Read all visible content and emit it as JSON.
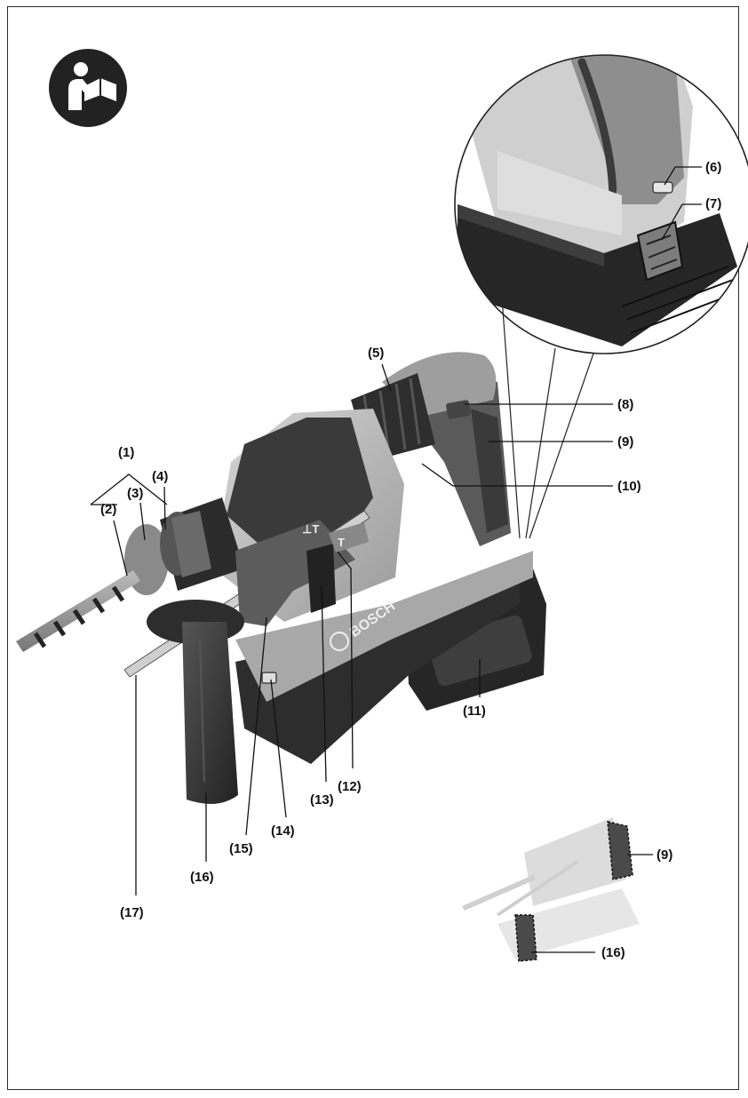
{
  "callouts": {
    "c1": "(1)",
    "c2": "(2)",
    "c3": "(3)",
    "c4": "(4)",
    "c5": "(5)",
    "c6": "(6)",
    "c7": "(7)",
    "c8": "(8)",
    "c9": "(9)",
    "c10": "(10)",
    "c11": "(11)",
    "c12": "(12)",
    "c13": "(13)",
    "c14": "(14)",
    "c15": "(15)",
    "c16": "(16)",
    "c17": "(17)",
    "mini9": "(9)",
    "mini16": "(16)"
  },
  "product": {
    "brand_text": "BOSCH",
    "mode_marks": [
      "⊥T",
      "T"
    ]
  },
  "icons": {
    "manual": "read-manual-icon",
    "brand": "bosch-armature-logo"
  },
  "colors": {
    "ink": "#111111",
    "body_dark": "#3b3b3b",
    "body_mid": "#8d8d8d",
    "body_light": "#c9c9c9",
    "battery": "#262626"
  }
}
